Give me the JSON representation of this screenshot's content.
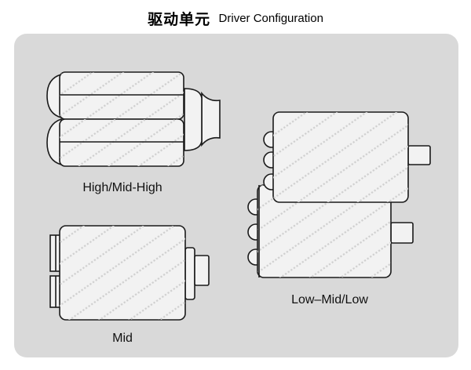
{
  "header": {
    "title_cn": "驱动单元",
    "title_en": "Driver Configuration"
  },
  "configurations": [
    {
      "label": "High/Mid-High"
    },
    {
      "label": "Mid"
    },
    {
      "label": "Low–Mid/Low"
    }
  ],
  "colors": {
    "panel": "#d9d9d9",
    "cabinet_fill": "#f2f2f2",
    "stroke": "#1a1a1a",
    "hatch": "#cfcfcf"
  }
}
